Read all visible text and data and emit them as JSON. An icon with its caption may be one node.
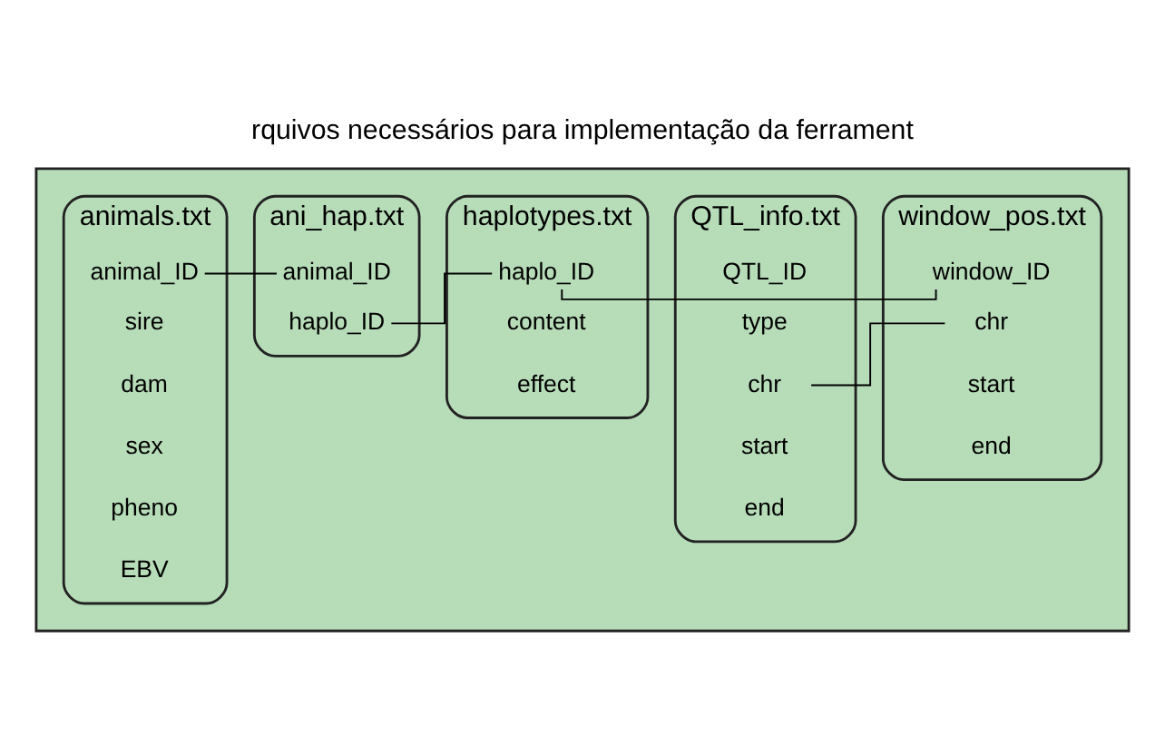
{
  "diagram": {
    "title": "rquivos necessários para implementação da ferrament",
    "nodes": [
      {
        "text": [],
        "shape": "box"
      },
      {
        "text": [
          "animals.txt"
        ],
        "in": 0
      },
      {
        "text": [
          "animal_ID"
        ],
        "in": 1
      },
      {
        "text": [
          "sire"
        ],
        "in": 1
      },
      {
        "text": [
          "dam"
        ],
        "in": 1
      },
      {
        "text": [
          "sex"
        ],
        "in": 1
      },
      {
        "text": [
          "pheno"
        ],
        "in": 1
      },
      {
        "text": [
          "EBV"
        ],
        "in": 1
      },
      {
        "text": [
          "ani_hap.txt"
        ],
        "in": 0
      },
      {
        "text": [
          "animal_ID"
        ],
        "in": 8
      },
      {
        "text": [
          "haplo_ID"
        ],
        "in": 8
      },
      {
        "text": [
          "haplotypes.txt"
        ],
        "in": 0
      },
      {
        "text": [
          "haplo_ID"
        ],
        "in": 11
      },
      {
        "text": [
          "content"
        ],
        "in": 11
      },
      {
        "text": [
          "effect"
        ],
        "in": 11
      },
      {
        "text": [
          "QTL_info.txt"
        ],
        "in": 0
      },
      {
        "text": [
          "QTL_ID"
        ],
        "in": 15
      },
      {
        "text": [
          "type"
        ],
        "in": 15
      },
      {
        "text": [
          "chr"
        ],
        "in": 15
      },
      {
        "text": [
          "start"
        ],
        "in": 15
      },
      {
        "text": [
          "end"
        ],
        "in": 15
      },
      {
        "text": [
          "window_pos.txt"
        ],
        "in": 0
      },
      {
        "text": [
          "window_ID"
        ],
        "in": 21
      },
      {
        "text": [
          "chr"
        ],
        "in": 21
      },
      {
        "text": [
          "start"
        ],
        "in": 21
      },
      {
        "text": [
          "end"
        ],
        "in": 21
      }
    ],
    "edges": [
      {
        "from": 2,
        "to": 9,
        "arrow": "none"
      },
      {
        "from": 10,
        "to": 12,
        "arrow": "none"
      },
      {
        "from": 12,
        "to": 22,
        "arrow": "none"
      },
      {
        "from": 18,
        "to": 23,
        "arrow": "none"
      }
    ]
  }
}
